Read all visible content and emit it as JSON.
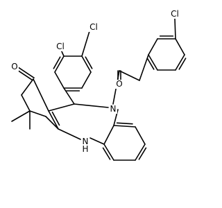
{
  "molecule": {
    "atoms": {
      "cl_a": "Cl",
      "cl_b": "Cl",
      "cl_c": "Cl",
      "o_ketone": "O",
      "o_amide": "O",
      "n_amide": "N",
      "n_amine_n": "N",
      "n_amine_h": "H"
    },
    "colors": {
      "bond": "#000000",
      "label": "#000000",
      "background": "#ffffff"
    }
  }
}
